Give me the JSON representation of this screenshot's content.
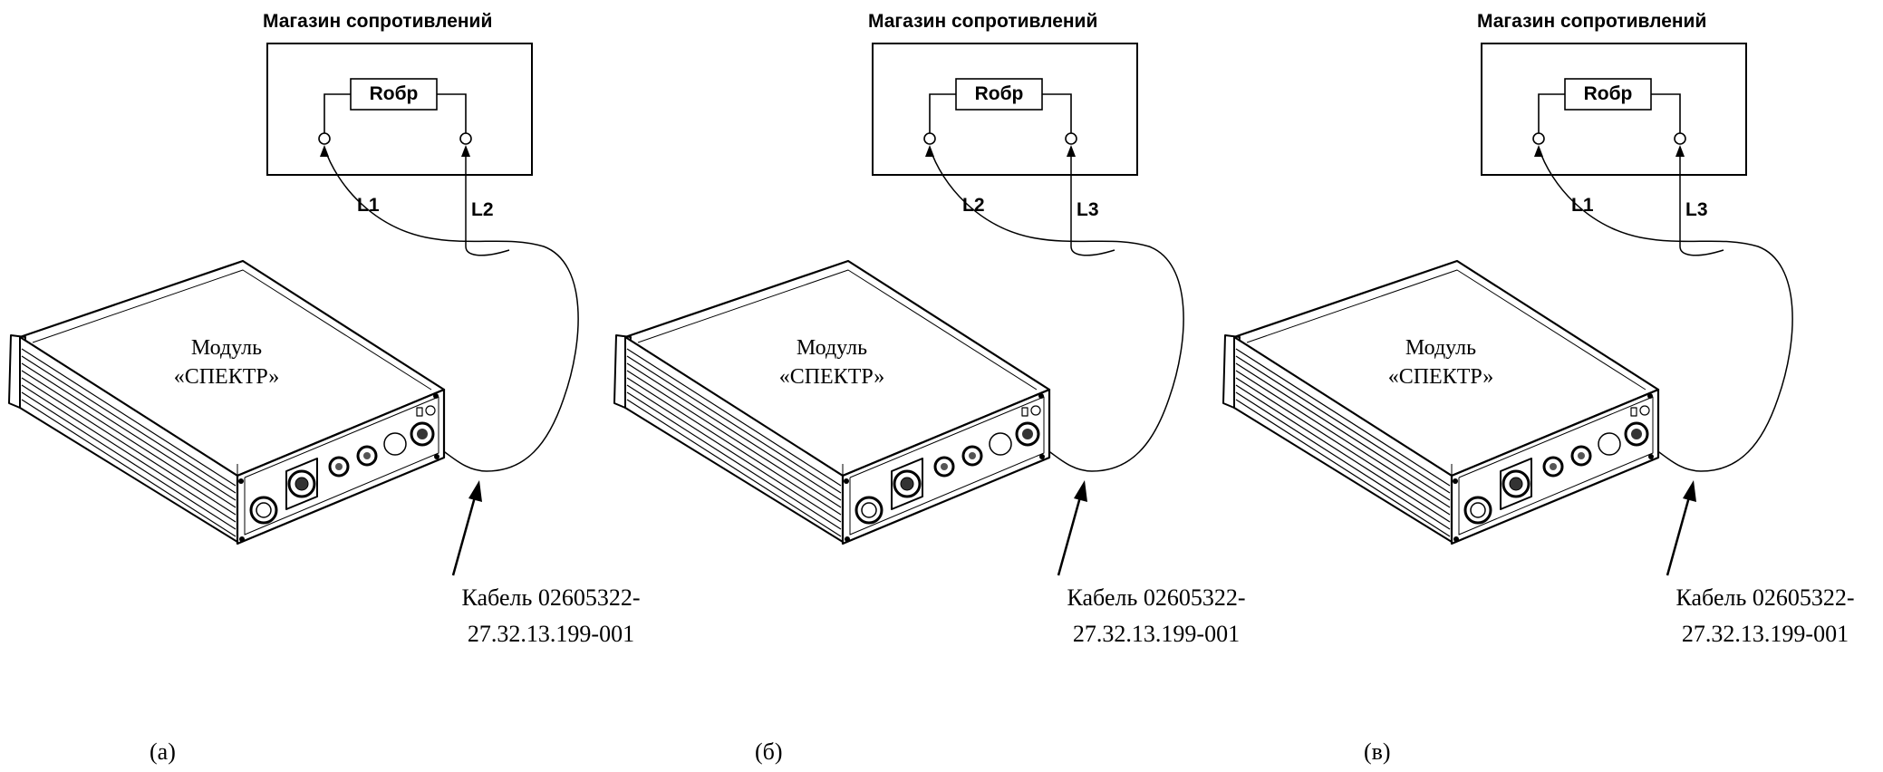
{
  "panels": [
    {
      "store_title": "Магазин сопротивлений",
      "resistor_label": "Rобр",
      "lead_left": "L1",
      "lead_right": "L2",
      "module_line1": "Модуль",
      "module_line2": "«СПЕКТР»",
      "cable_line1": "Кабель 02605322-",
      "cable_line2": "27.32.13.199-001",
      "caption": "(а)"
    },
    {
      "store_title": "Магазин сопротивлений",
      "resistor_label": "Rобр",
      "lead_left": "L2",
      "lead_right": "L3",
      "module_line1": "Модуль",
      "module_line2": "«СПЕКТР»",
      "cable_line1": "Кабель 02605322-",
      "cable_line2": "27.32.13.199-001",
      "caption": "(б)"
    },
    {
      "store_title": "Магазин сопротивлений",
      "resistor_label": "Rобр",
      "lead_left": "L1",
      "lead_right": "L3",
      "module_line1": "Модуль",
      "module_line2": "«СПЕКТР»",
      "cable_line1": "Кабель 02605322-",
      "cable_line2": "27.32.13.199-001",
      "caption": "(в)"
    }
  ]
}
